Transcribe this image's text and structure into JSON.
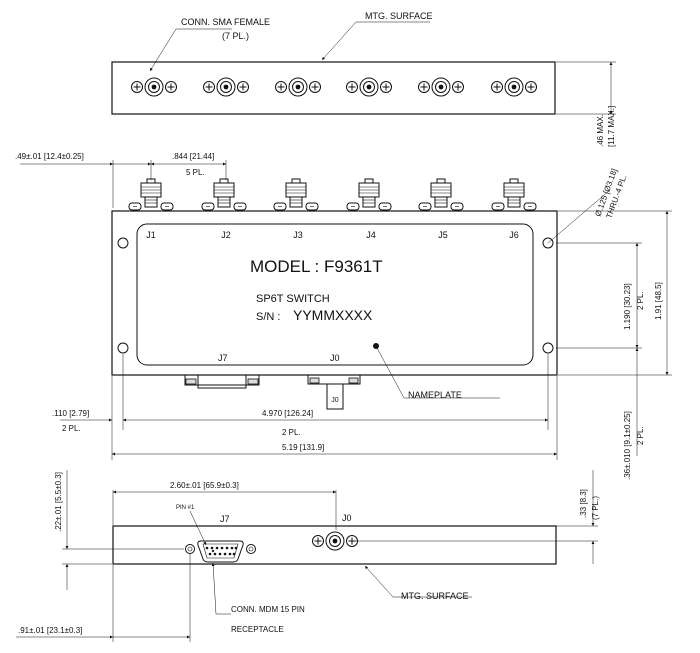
{
  "top_view": {
    "conn_label": "CONN. SMA FEMALE",
    "conn_count": "(7 PL.)",
    "mtg_label": "MTG. SURFACE",
    "height_dim": ".46 MAX.",
    "height_dim_mm": "[11.7 MAX.]"
  },
  "front_view": {
    "edge_dim": ".49±.01 [12.4±0.25]",
    "pitch_dim": ".844 [21.44]",
    "pitch_count": "5 PL.",
    "ports": [
      "J1",
      "J2",
      "J3",
      "J4",
      "J5",
      "J6"
    ],
    "model_line": "MODEL : F9361T",
    "desc_line": "SP6T SWITCH",
    "sn_label": "S/N :",
    "sn_value": "YYMMXXXX",
    "j7": "J7",
    "j0": "J0",
    "j0_tag": "J0",
    "nameplate": "NAMEPLATE",
    "hole_dim": "Ø.125 [Ø3.18]",
    "hole_count": "THRU.-4 PL.",
    "hole_spacing_v": "1.190 [30.23]",
    "hole_spacing_v_count": "2 PL.",
    "overall_h": "1.91 [48.5]",
    "hole_edge_v": ".36±.010 [9.1±0.25]",
    "hole_edge_v_count": "2 PL.",
    "hole_edge_h": ".110 [2.79]",
    "hole_edge_h_count": "2 PL.",
    "hole_spacing_h": "4.970 [126.24]",
    "hole_spacing_h_count": "2 PL.",
    "overall_w": "5.19 [131.9]"
  },
  "side_view": {
    "j0_offset": "2.60±.01 [65.9±0.3]",
    "height_dim": ".22±.01 [5.5±0.3]",
    "pin1": "PIN #1",
    "j7": "J7",
    "j0": "J0",
    "sma_height": ".33 [8.3]",
    "sma_count": "(7 PL.)",
    "mdm_label": "CONN. MDM 15 PIN",
    "mdm_label2": "RECEPTACLE",
    "mtg_label": "MTG. SURFACE",
    "j7_offset": ".91±.01 [23.1±0.3]"
  }
}
